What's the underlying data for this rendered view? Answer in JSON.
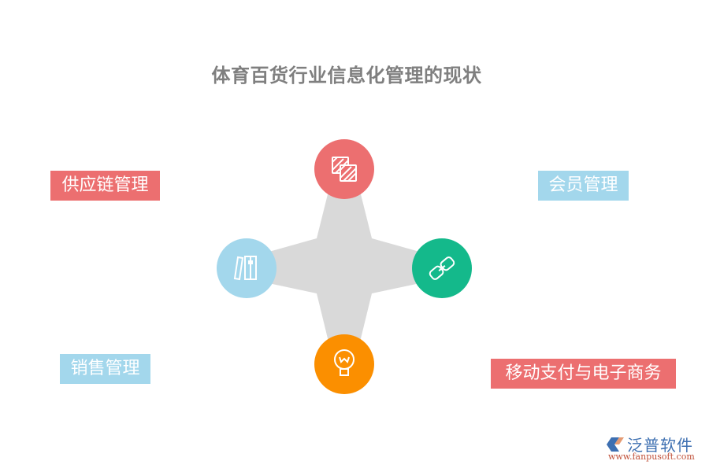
{
  "title": "体育百货行业信息化管理的现状",
  "colors": {
    "red": "#ec6f70",
    "blue": "#a3d7ec",
    "green": "#14b98b",
    "orange": "#fb8f00",
    "star": "#d9d9d9",
    "title": "#7f7f7f"
  },
  "nodes": [
    {
      "position": "top",
      "icon": "hatched-squares-icon",
      "color": "#ec6f70"
    },
    {
      "position": "left",
      "icon": "books-icon",
      "color": "#a3d7ec"
    },
    {
      "position": "right",
      "icon": "link-icon",
      "color": "#14b98b"
    },
    {
      "position": "bottom",
      "icon": "lightbulb-icon",
      "color": "#fb8f00"
    }
  ],
  "labels": {
    "supply_chain": "供应链管理",
    "membership": "会员管理",
    "sales": "销售管理",
    "mobile_payment": "移动支付与电子商务"
  },
  "logo": {
    "name": "泛普软件",
    "url": "www.fanpusoft.com"
  }
}
